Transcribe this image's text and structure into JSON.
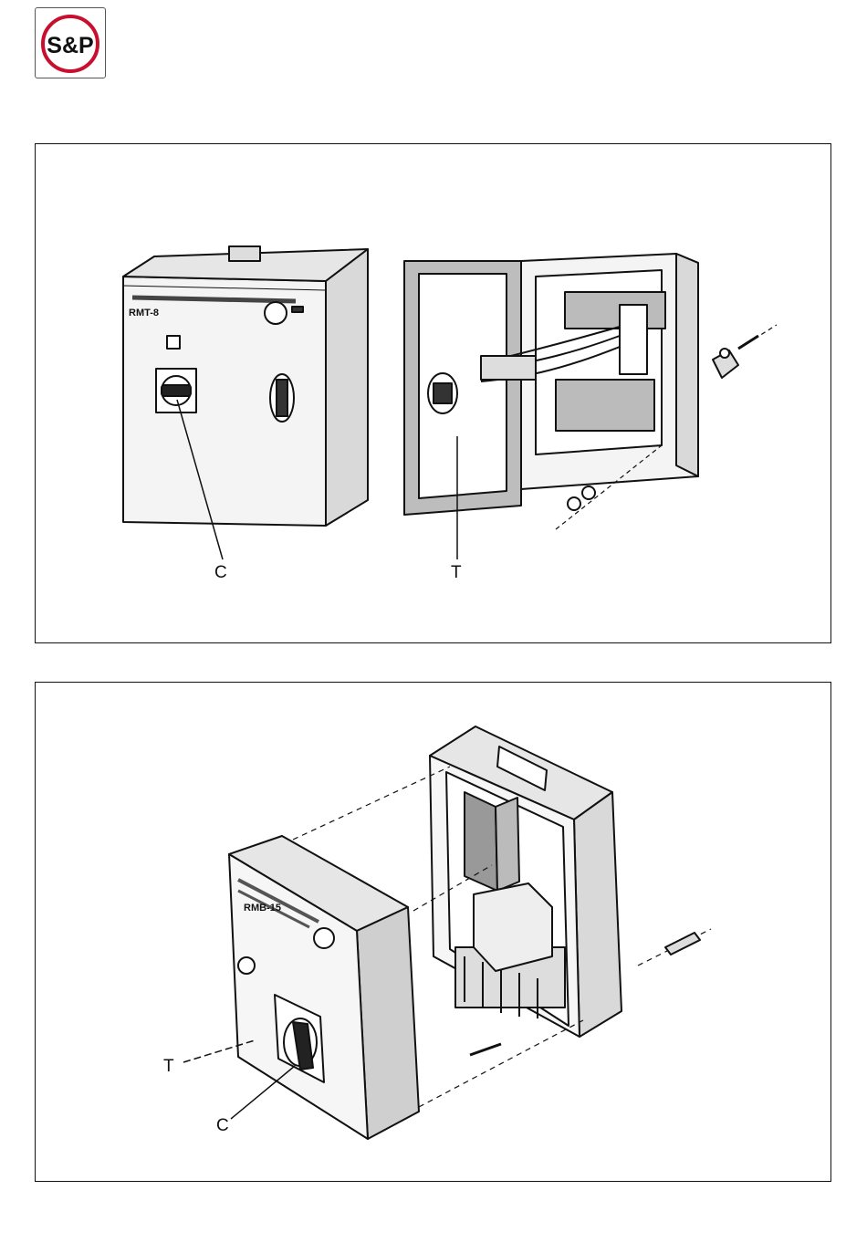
{
  "logo": {
    "text": "S&P",
    "accent": "#c8102e"
  },
  "figure1": {
    "closed_label": "RMT-8",
    "callout_c": "C",
    "callout_t": "T"
  },
  "figure2": {
    "cover_label": "RMB-15",
    "callout_t": "T",
    "callout_c": "C"
  }
}
